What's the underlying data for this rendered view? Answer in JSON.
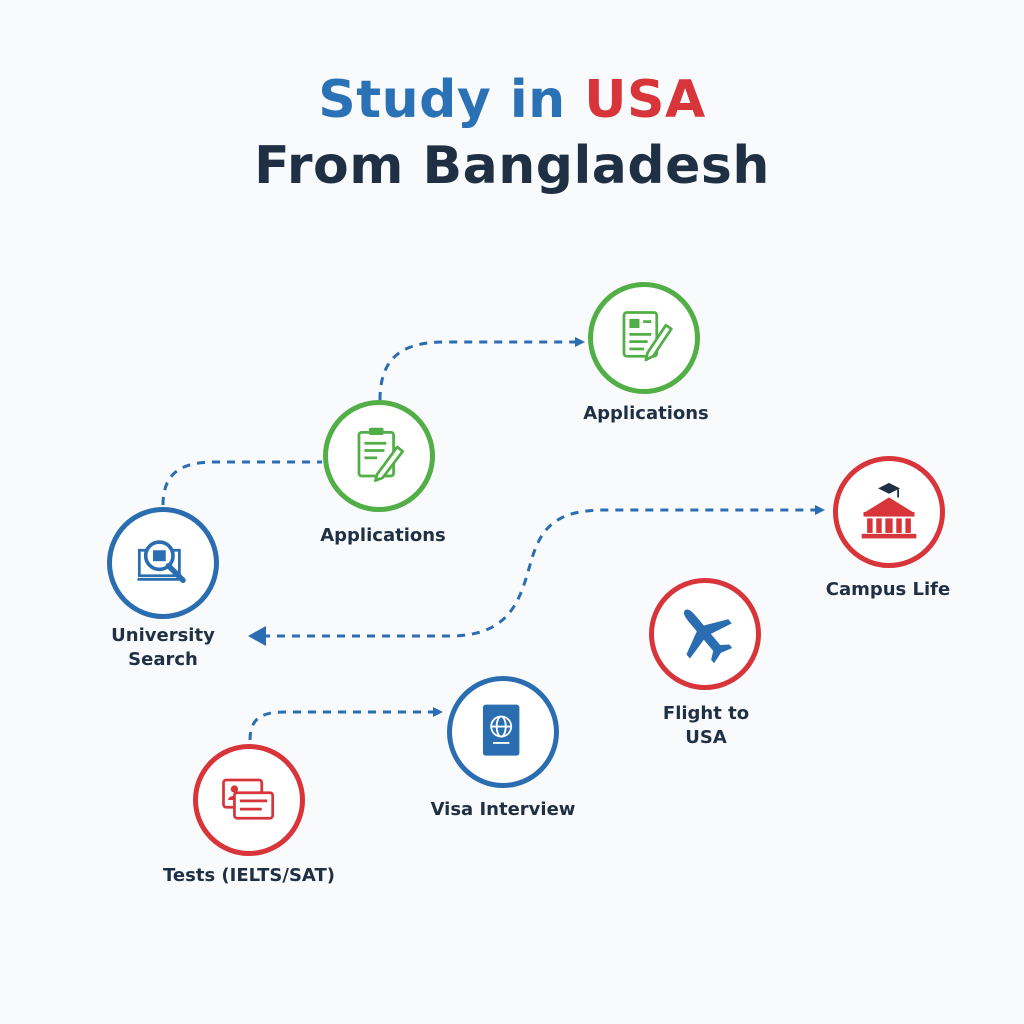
{
  "header": {
    "title_part1": "Study in",
    "title_part2": "USA",
    "title_line2": "From Bangladesh"
  },
  "steps": [
    {
      "label": "Applications",
      "icon": "document-pen-icon",
      "color": "#52ae46"
    },
    {
      "label": "Applications",
      "icon": "clipboard-pen-icon",
      "color": "#52ae46"
    },
    {
      "label": "University\nSearch",
      "icon": "search-building-icon",
      "color": "#2a6db0"
    },
    {
      "label": "Campus Life",
      "icon": "graduation-building-icon",
      "color": "#d7353a"
    },
    {
      "label": "Flight to\nUSA",
      "icon": "airplane-icon",
      "color": "#d7353a"
    },
    {
      "label": "Visa Interview",
      "icon": "passport-icon",
      "color": "#2a6db0"
    },
    {
      "label": "Tests (IELTS/SAT)",
      "icon": "id-card-icon",
      "color": "#d7353a"
    }
  ],
  "colors": {
    "title_blue": "#2a72b5",
    "title_red": "#d7353a",
    "title_navy": "#1f3044",
    "connector": "#2a6db0"
  }
}
